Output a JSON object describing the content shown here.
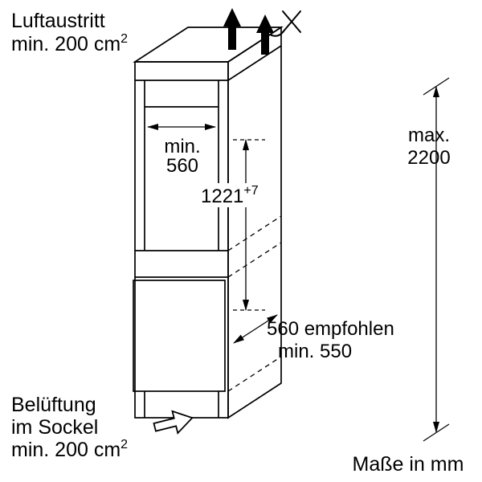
{
  "colors": {
    "ink": "#000000",
    "paper": "#ffffff"
  },
  "annotations": {
    "air_outlet": {
      "line1": "Luftaustritt",
      "line2": "min. 200 cm",
      "sup": "2"
    },
    "plinth_vent": {
      "line1": "Belüftung",
      "line2": "im Sockel",
      "line3": "min. 200 cm",
      "sup": "2"
    },
    "units_note": "Maße in mm"
  },
  "dimensions": {
    "niche_width": {
      "line1": "min.",
      "line2": "560"
    },
    "niche_height": {
      "value": "1221",
      "tolerance": "+7"
    },
    "total_height": {
      "line1": "max.",
      "line2": "2200"
    },
    "depth": {
      "line1": "560 empfohlen",
      "line2": "min. 550"
    }
  }
}
